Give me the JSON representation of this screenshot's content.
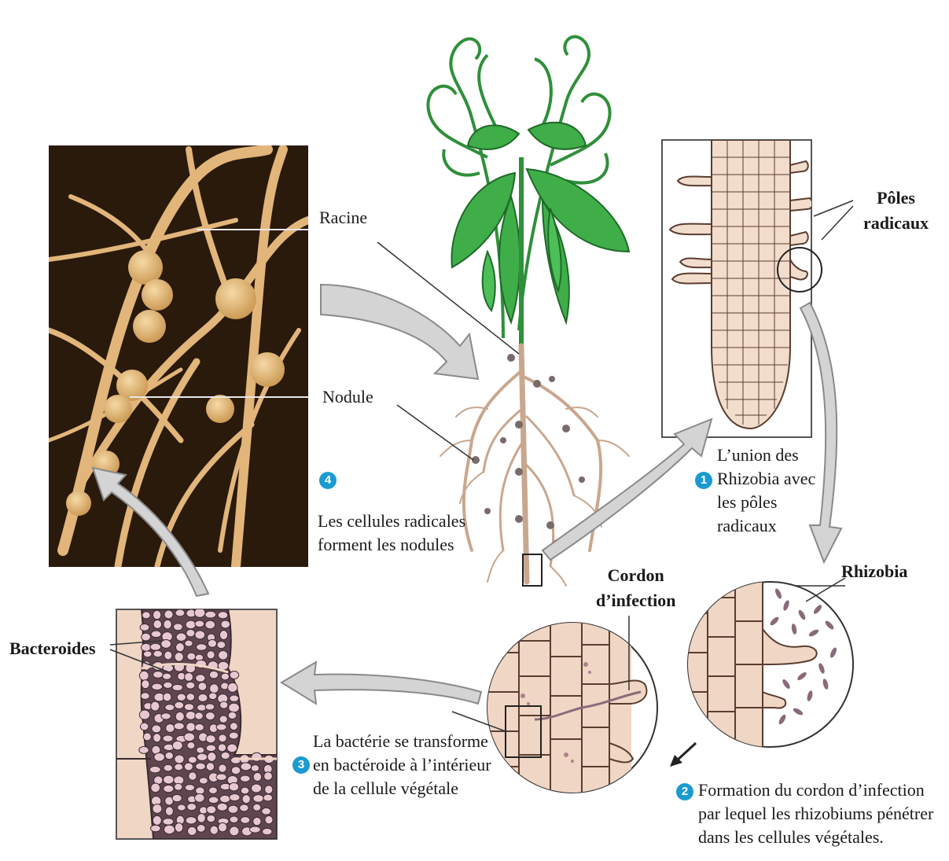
{
  "labels": {
    "racine": "Racine",
    "nodule": "Nodule",
    "poles_radicaux": "Pôles\nradicaux",
    "rhizobia": "Rhizobia",
    "cordon": "Cordon\nd’infection",
    "bacteroides": "Bacteroides"
  },
  "steps": [
    {
      "num": "1",
      "text": "L’union des\nRhizobia avec\nles pôles\nradicaux"
    },
    {
      "num": "2",
      "text": "Formation du cordon d’infection\npar lequel les rhizobiums pénétrer\ndans les cellules végétales."
    },
    {
      "num": "3",
      "text": "La bactérie se transforme\nen bactéroide à l’intérieur\nde la cellule végétale"
    },
    {
      "num": "4",
      "text": "Les cellules radicales\nforment les nodules"
    }
  ],
  "colors": {
    "leaf": "#3fae49",
    "stem": "#2f8f3a",
    "root": "#c9a78e",
    "nodule": "#7a6a6a",
    "cell_fill": "#f0d6c4",
    "cell_line": "#5a3d30",
    "photo_bg": "#2a1a0c",
    "photo_root": "#e2b57a",
    "arrow_fill": "#d4d4d4",
    "arrow_edge": "#8a8a8a",
    "step_badge": "#1b9ad1",
    "bacteroid": "#8a6a7a"
  }
}
